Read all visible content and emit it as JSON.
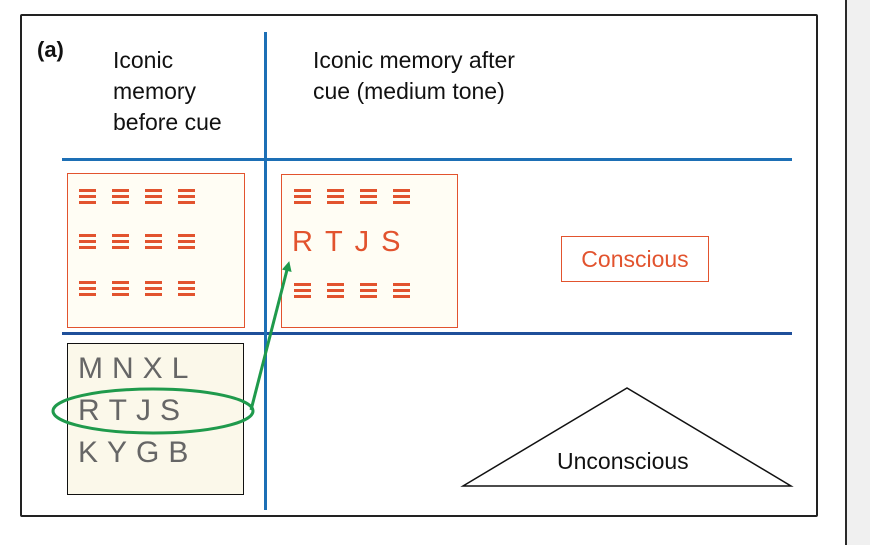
{
  "panel_label": "(a)",
  "headings": {
    "before_cue": [
      "Iconic",
      "memory",
      "before cue"
    ],
    "after_cue": [
      "Iconic memory after",
      "cue (medium tone)"
    ]
  },
  "conscious_label": "Conscious",
  "unconscious_label": "Unconscious",
  "cued_row_letters": [
    "R",
    "T",
    "J",
    "S"
  ],
  "letter_rows": [
    [
      "M",
      "N",
      "X",
      "L"
    ],
    [
      "R",
      "T",
      "J",
      "S"
    ],
    [
      "K",
      "Y",
      "G",
      "B"
    ]
  ],
  "colors": {
    "conscious_accent": "#e2532e",
    "axis_lines": "#1d6fb5",
    "cue_arrow": "#1f9a4c",
    "letters_gray": "#666666"
  }
}
